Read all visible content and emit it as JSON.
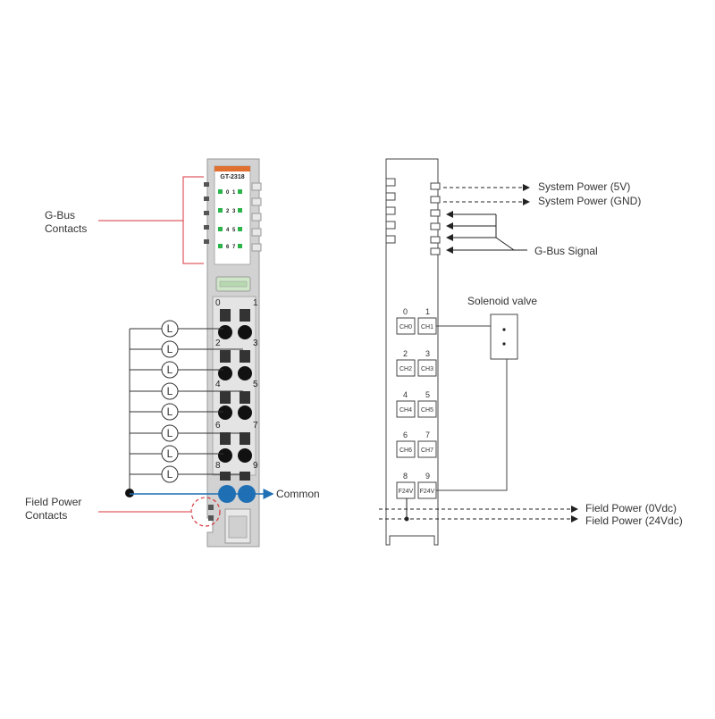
{
  "left_module": {
    "model": "GT-2318",
    "gbus_label": [
      "G-Bus",
      "Contacts"
    ],
    "field_power_label": [
      "Field Power",
      "Contacts"
    ],
    "common_label": "Common",
    "led_labels": [
      [
        "0",
        "1"
      ],
      [
        "2",
        "3"
      ],
      [
        "4",
        "5"
      ],
      [
        "6",
        "7"
      ]
    ],
    "terminal_numbers": [
      "0",
      "1",
      "2",
      "3",
      "4",
      "5",
      "6",
      "7",
      "8",
      "9"
    ],
    "load_symbol": "L",
    "colors": {
      "led": "#2bb44a",
      "common": "#1f6fb5",
      "accent": "#e07030",
      "callout": "#d9363e",
      "housing": "#c8c8c8"
    }
  },
  "right_schematic": {
    "system_power_5v": "System Power (5V)",
    "system_power_gnd": "System Power (GND)",
    "gbus_signal": "G-Bus Signal",
    "solenoid_label": "Solenoid valve",
    "channel_numbers": [
      "0",
      "1",
      "2",
      "3",
      "4",
      "5",
      "6",
      "7",
      "8",
      "9"
    ],
    "channels": [
      "CH0",
      "CH1",
      "CH2",
      "CH3",
      "CH4",
      "CH5",
      "CH6",
      "CH7",
      "F24V",
      "F24V"
    ],
    "field_power_0v": "Field Power (0Vdc)",
    "field_power_24v": "Field Power (24Vdc)"
  }
}
